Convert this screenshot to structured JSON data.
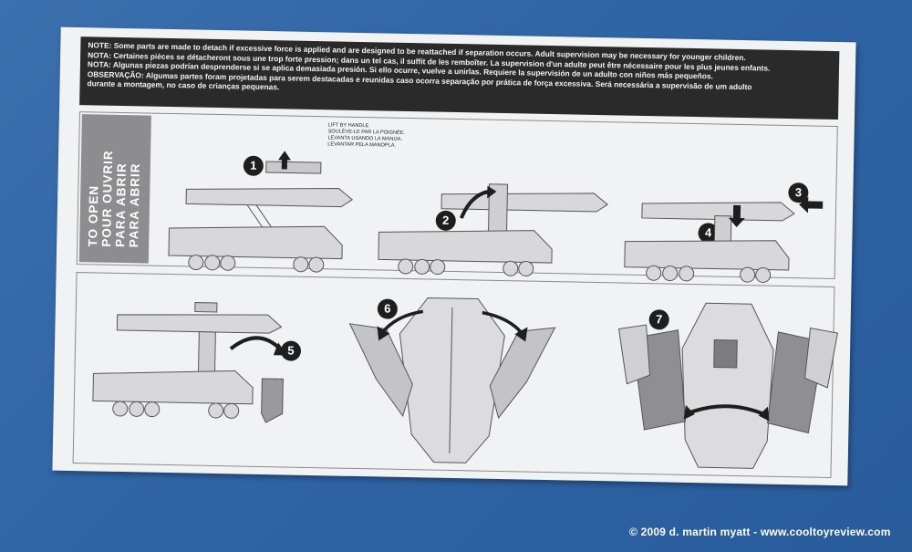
{
  "warning": {
    "lines": [
      "NOTE: Some parts are made to detach if excessive force is applied and are designed to be reattached if separation occurs. Adult supervision may be necessary for younger children.",
      "NOTA: Certaines pièces se détacheront sous une trop forte pression; dans un tel cas, il suffit de les remboîter. La supervision d'un adulte peut être nécessaire pour les plus jeunes enfants.",
      "NOTA: Algunas piezas podrían desprenderse si se aplica demasiada presión. Si ello ocurre, vuelve a unirlas. Requiere la supervisión de un adulto con niños más pequeños.",
      "OBSERVAÇÃO: Algumas partes foram projetadas para serem destacadas e reunidas caso ocorra separação por prática de força excessiva. Será necessária a supervisão de um adulto",
      "durante a montagem, no caso de crianças pequenas."
    ]
  },
  "open_label": [
    "TO OPEN",
    "POUR OUVRIR",
    "PARA ABRIR",
    "PARA ABRIR"
  ],
  "lift_note": [
    "LIFT BY HANDLE",
    "SOULÈVE-LE PAR LA POIGNÉE.",
    "LEVANTA USANDO LA MANIJA.",
    "LEVANTAR PELA MANOPLA."
  ],
  "steps": [
    "1",
    "2",
    "3",
    "4",
    "5",
    "6",
    "7"
  ],
  "credit": "© 2009 d. martin myatt - www.cooltoyreview.com",
  "colors": {
    "background": "#2f64a5",
    "paper": "#f1f2f4",
    "banner": "#2a2a2a",
    "tab": "#8d8d8f"
  }
}
